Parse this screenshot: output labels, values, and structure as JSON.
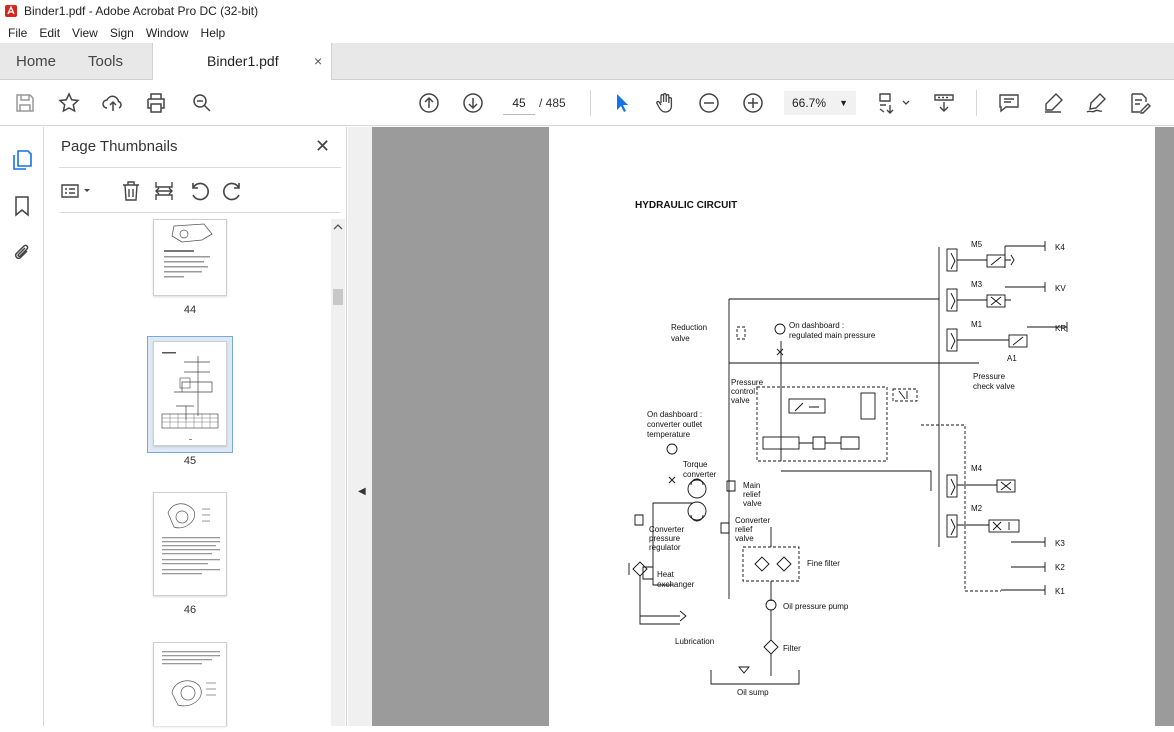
{
  "window": {
    "title": "Binder1.pdf - Adobe Acrobat Pro DC (32-bit)"
  },
  "menu": [
    "File",
    "Edit",
    "View",
    "Sign",
    "Window",
    "Help"
  ],
  "tabs": {
    "home": "Home",
    "tools": "Tools",
    "document": "Binder1.pdf",
    "close": "×"
  },
  "toolbar": {
    "current_page": "45",
    "page_total": "/ 485",
    "zoom": "66.7%",
    "icons": [
      "save-icon",
      "star-icon",
      "upload-icon",
      "print-icon",
      "zoom-search-icon",
      "page-up-icon",
      "page-down-icon",
      "select-cursor-icon",
      "hand-icon",
      "zoom-out-icon",
      "zoom-in-icon",
      "fit-page-icon",
      "scroll-mode-icon",
      "comment-icon",
      "highlight-icon",
      "sign-icon",
      "edit-pdf-icon"
    ]
  },
  "thumbnail_panel": {
    "title": "Page Thumbnails",
    "close": "✕",
    "pages": [
      "44",
      "45",
      "46"
    ]
  },
  "document": {
    "heading": "HYDRAULIC CIRCUIT",
    "labels": {
      "m5": "M5",
      "m3": "M3",
      "m1": "M1",
      "m4": "M4",
      "m2": "M2",
      "a1": "A1",
      "k4": "K4",
      "kv": "KV",
      "kr": "KR",
      "k3": "K3",
      "k2": "K2",
      "k1": "K1",
      "reduction1": "Reduction",
      "reduction2": "valve",
      "dash1a": "On dashboard :",
      "dash1b": "regulated main pressure",
      "pcheck1": "Pressure",
      "pcheck2": "check valve",
      "pcv1": "Pressure",
      "pcv2": "control",
      "pcv3": "valve",
      "dash2a": "On dashboard :",
      "dash2b": "converter outlet",
      "dash2c": "temperature",
      "tc1": "Torque",
      "tc2": "converter",
      "mrv1": "Main",
      "mrv2": "relief",
      "mrv3": "valve",
      "cpr1": "Converter",
      "cpr2": "pressure",
      "cpr3": "regulator",
      "crv1": "Converter",
      "crv2": "relief",
      "crv3": "valve",
      "hx1": "Heat",
      "hx2": "exchanger",
      "finefilter": "Fine filter",
      "pump": "Oil pressure pump",
      "lubrication": "Lubrication",
      "filter": "Filter",
      "sump": "Oil sump"
    }
  }
}
